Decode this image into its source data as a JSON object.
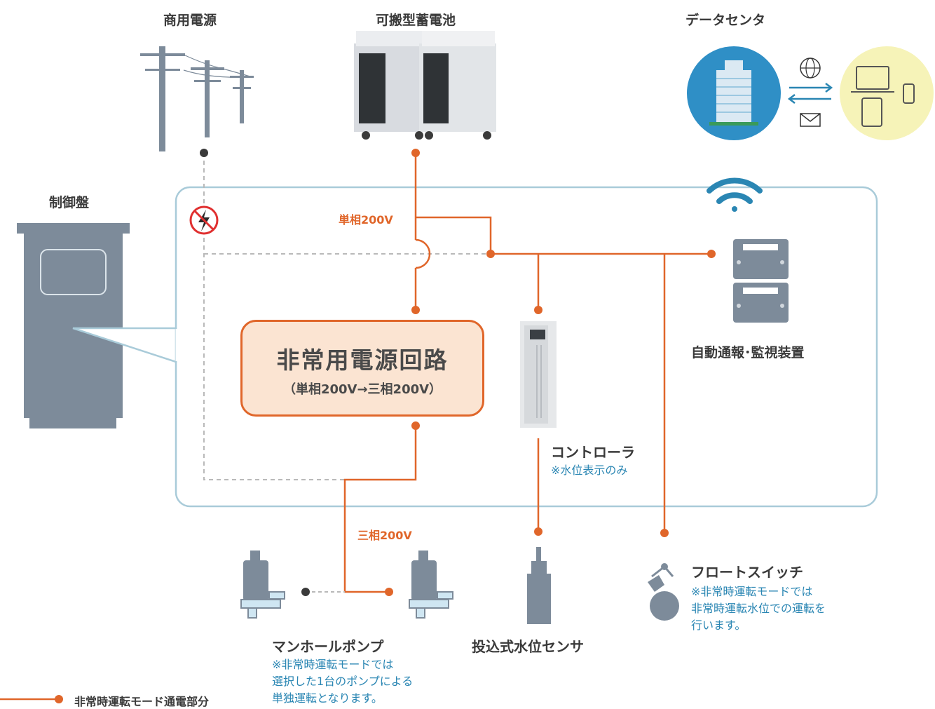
{
  "labels": {
    "commercial_power": "商用電源",
    "portable_battery": "可搬型蓄電池",
    "data_center": "データセンタ",
    "control_panel": "制御盤",
    "single_phase": "単相200V",
    "three_phase": "三相200V",
    "auto_report": "自動通報･監視装置",
    "controller": "コントローラ",
    "controller_note": "※水位表示のみ",
    "float_switch": "フロートスイッチ",
    "float_note": [
      "※非常時運転モードでは",
      "非常時運転水位での運転を",
      "行います。"
    ],
    "manhole_pump": "マンホールポンプ",
    "pump_note": [
      "※非常時運転モードでは",
      "選択した1台のポンプによる",
      "単独運転となります。"
    ],
    "water_sensor": "投込式水位センサ",
    "legend": "非常時運転モード通電部分"
  },
  "circuit": {
    "title": "非常用電源回路",
    "subtitle": "（単相200V→三相200V）"
  },
  "colors": {
    "power_line": "#e0662a",
    "frame": "#a9cbd9",
    "equipment": "#7d8b9a",
    "note_text": "#2a86b3",
    "datacenter_bg": "#2f8fc6",
    "device_bg": "#f6f3b8"
  },
  "icons": [
    "power-pole-icon",
    "battery-unit-icon",
    "building-icon",
    "globe-icon",
    "mail-icon",
    "laptop-icon",
    "tablet-icon",
    "phone-icon",
    "wifi-icon",
    "no-lightning-icon",
    "control-cabinet-icon",
    "monitor-device-icon",
    "controller-device-icon",
    "pump-icon",
    "sensor-icon",
    "float-switch-icon"
  ]
}
